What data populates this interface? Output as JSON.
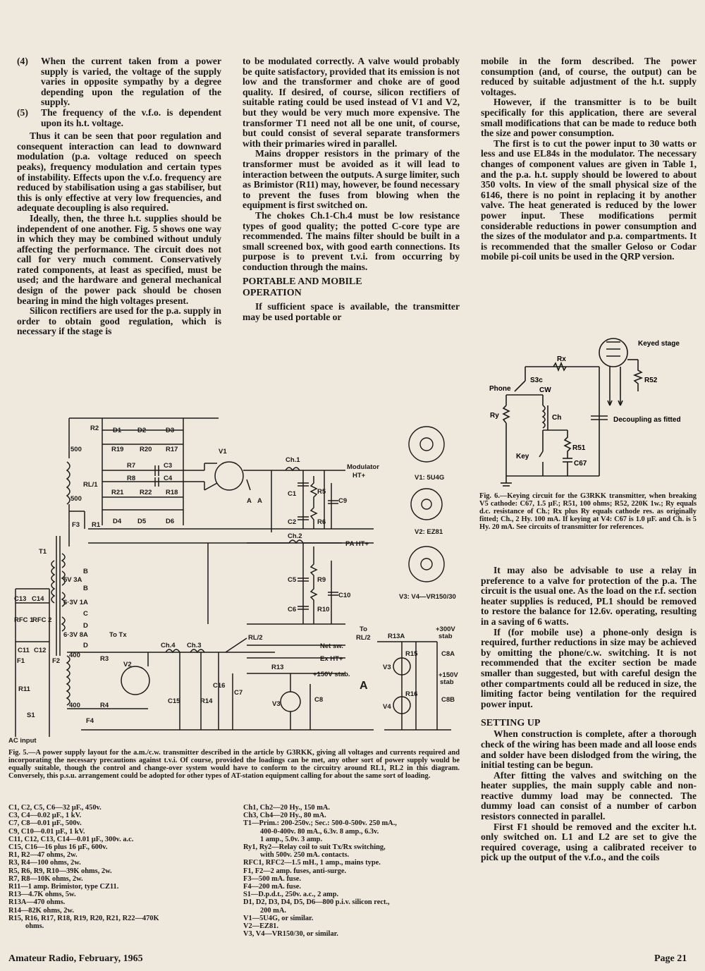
{
  "col1": {
    "items": [
      {
        "num": "(4)",
        "text": "When the current taken from a power supply is varied, the voltage of the supply varies in opposite sympathy by a degree depending upon the regulation of the supply."
      },
      {
        "num": "(5)",
        "text": "The frequency of the v.f.o. is dependent upon its h.t. voltage."
      }
    ],
    "paragraphs": [
      "Thus it can be seen that poor regulation and consequent interaction can lead to downward modulation (p.a. voltage reduced on speech peaks), frequency modulation and certain types of instability. Effects upon the v.f.o. frequency are reduced by stabilisation using a gas stabiliser, but this is only effective at very low frequencies, and adequate decoupling is also required.",
      "Ideally, then, the three h.t. supplies should be independent of one another. Fig. 5 shows one way in which they may be combined without unduly affecting the performance. The circuit does not call for very much comment. Conservatively rated components, at least as specified, must be used; and the hardware and general mechanical design of the power pack should be chosen bearing in mind the high voltages present.",
      "Silicon rectifiers are used for the p.a. supply in order to obtain good regulation, which is necessary if the stage is"
    ]
  },
  "col2": {
    "paragraphs": [
      "to be modulated correctly. A valve would probably be quite satisfactory, provided that its emission is not low and the transformer and choke are of good quality. If desired, of course, silicon rectifiers of suitable rating could be used instead of V1 and V2, but they would be very much more expensive. The transformer T1 need not all be one unit, of course, but could consist of several separate transformers with their primaries wired in parallel.",
      "Mains dropper resistors in the primary of the transformer must be avoided as it will lead to interaction between the outputs. A surge limiter, such as Brimistor (R11) may, however, be found necessary to prevent the fuses from blowing when the equipment is first switched on.",
      "The chokes Ch.1-Ch.4 must be low resistance types of good quality; the potted C-core type are recommended. The mains filter should be built in a small screened box, with good earth connections. Its purpose is to prevent t.v.i. from occurring by conduction through the mains."
    ],
    "heading": "PORTABLE AND MOBILE OPERATION",
    "after": "If sufficient space is available, the transmitter may be used portable or"
  },
  "col3": {
    "paragraphs": [
      "mobile in the form described. The power consumption (and, of course, the output) can be reduced by suitable adjustment of the h.t. supply voltages.",
      "However, if the transmitter is to be built specifically for this application, there are several small modifications that can be made to reduce both the size and power consumption.",
      "The first is to cut the power input to 30 watts or less and use EL84s in the modulator. The necessary changes of component values are given in Table 1, and the p.a. h.t. supply should be lowered to about 350 volts. In view of the small physical size of the 6146, there is no point in replacing it by another valve. The heat generated is reduced by the lower power input. These modifications permit considerable reductions in power consumption and the sizes of the modulator and p.a. compartments. It is recommended that the smaller Geloso or Codar mobile pi-coil units be used in the QRP version."
    ],
    "paragraphs2": [
      "It may also be advisable to use a relay in preference to a valve for protection of the p.a. The circuit is the usual one. As the load on the r.f. section heater supplies is reduced, PL1 should be removed to restore the balance for 12.6v. operating, resulting in a saving of 6 watts.",
      "If (for mobile use) a phone-only design is required, further reductions in size may be achieved by omitting the phone/c.w. switching. It is not recommended that the exciter section be made smaller than suggested, but with careful design the other compartments could all be reduced in size, the limiting factor being ventilation for the required power input."
    ],
    "heading": "SETTING UP",
    "paragraphs3": [
      "When construction is complete, after a thorough check of the wiring has been made and all loose ends and solder have been dislodged from the wiring, the initial testing can be begun.",
      "After fitting the valves and switching on the heater supplies, the main supply cable and non-reactive dummy load may be connected. The dummy load can consist of a number of carbon resistors connected in parallel.",
      "First F1 should be removed and the exciter h.t. only switched on. L1 and L2 are set to give the required coverage, using a calibrated receiver to pick up the output of the v.f.o., and the coils"
    ]
  },
  "fig6": {
    "caption": "Fig. 6.—Keying circuit for the G3RKK transmitter, when breaking V5 cathode: C67, 1.5 µF.; R51, 100 ohms; R52, 220K 1w.; Ry equals d.c. resistance of Ch.; Rx plus Ry equals cathode res. as originally fitted; Ch., 2 Hy. 100 mA. If keying at V4: C67 is 1.0 µF. and Ch. is 5 Hy. 20 mA. See circuits of transmitter for references.",
    "labels": {
      "keyed": "Keyed stage",
      "rx": "Rx",
      "r52": "R52",
      "phone": "Phone",
      "s3c": "S3c",
      "cw": "CW",
      "ry": "Ry",
      "ch": "Ch",
      "decoupling": "Decoupling as fitted",
      "r51": "R51",
      "key": "Key",
      "c67": "C67"
    }
  },
  "fig5": {
    "caption": "Fig. 5.—A power supply layout for the a.m./c.w. transmitter described in the article by G3RKK, giving all voltages and currents required and incorporating the necessary precautions against t.v.i. Of course, provided the loadings can be met, any other sort of power supply would be equally suitable, though the control and change-over system would have to conform to the circuitry around RL1, RL2 in this diagram. Conversely, this p.s.u. arrangement could be adopted for other types of AT-station equipment calling for about the same sort of loading.",
    "labels": {
      "r2": "R2",
      "d1": "D1",
      "d2": "D2",
      "d3": "D3",
      "r19": "R19",
      "r20": "R20",
      "r17": "R17",
      "r7": "R7",
      "c3": "C3",
      "r8": "R8",
      "c4": "C4",
      "r21": "R21",
      "r22": "R22",
      "r18": "R18",
      "d4": "D4",
      "d5": "D5",
      "d6": "D6",
      "v1": "V1",
      "ch1": "Ch.1",
      "mod": "Modulator",
      "modht": "HT+",
      "r5": "R5",
      "c1": "C1",
      "c9": "C9",
      "c2": "C2",
      "r6": "R6",
      "ch2": "Ch.2",
      "paht": "PA HT+",
      "c5": "C5",
      "r9": "R9",
      "c10": "C10",
      "c6": "C6",
      "r10": "R10",
      "t1": "T1",
      "v500a": "500",
      "v500b": "500",
      "rl1": "RL/1",
      "f3": "F3",
      "r1": "R1",
      "a1": "A",
      "a2": "A",
      "w5v": "5V 3A",
      "b1": "B",
      "b2": "B",
      "w63a": "6·3V 1A",
      "c2b": "C",
      "w63b": "6·3V 8A",
      "totx": "To Tx",
      "d7": "D",
      "d8": "D",
      "c13": "C13",
      "c14": "C14",
      "rfc1": "RFC 1",
      "rfc2": "RFC 2",
      "c11": "C11",
      "c12": "C12",
      "f1": "F1",
      "f2": "F2",
      "r11": "R11",
      "s1": "S1",
      "acin": "AC input",
      "v400a": "400",
      "v400b": "400",
      "r3": "R3",
      "v2": "V2",
      "r4": "R4",
      "f4": "F4",
      "ch4": "Ch.4",
      "ch3": "Ch.3",
      "c15": "C15",
      "r14": "R14",
      "c16": "C16",
      "c7": "C7",
      "rl2": "RL/2",
      "netsw": "Net sw.",
      "exht": "Ex HT+",
      "r13": "R13",
      "s150": "+150V stab.",
      "v3": "V3",
      "c8": "C8",
      "to": "To",
      "rl2b": "RL/2",
      "r13a": "R13A",
      "s300": "+300V",
      "stab": "stab",
      "v3b": "V3",
      "r15": "R15",
      "c8a": "C8A",
      "s150b": "+150V",
      "stab2": "stab",
      "v4": "V4",
      "r16": "R16",
      "c8b": "C8B",
      "bigA": "A",
      "b1p": "V1: 5U4G",
      "b2p": "V2: EZ81",
      "b3p": "V3: V4—VR150/30"
    }
  },
  "parts_left": [
    "C1, C2, C5, C6—32 µF., 450v.",
    "C3, C4—0.02 µF., 1 kV.",
    "C7, C8—0.01 µF., 500v.",
    "C9, C10—0.01 µF., 1 kV.",
    "C11, C12, C13, C14—0.01 µF., 300v. a.c.",
    "C15, C16—16 plus 16 µF., 600v.",
    "R1, R2—47 ohms, 2w.",
    "R3, R4—100 ohms, 2w.",
    "R5, R6, R9, R10—39K ohms, 2w.",
    "R7, R8—10K ohms, 2w.",
    "R11—1 amp. Brimistor, type CZ11.",
    "R13—4.7K ohms, 5w.",
    "R13A—470 ohms.",
    "R14—82K ohms, 2w.",
    "R15, R16, R17, R18, R19, R20, R21, R22—470K",
    "ohms."
  ],
  "parts_right": [
    "Ch1, Ch2—20 Hy., 150 mA.",
    "Ch3, Ch4—20 Hy., 80 mA.",
    "T1—Prim.: 200-250v.; Sec.: 500-0-500v. 250 mA.,",
    "400-0-400v. 80 mA., 6.3v. 8 amp., 6.3v.",
    "1 amp., 5.0v. 3 amp.",
    "Ry1, Ry2—Relay coil to suit Tx/Rx switching,",
    "with 500v. 250 mA. contacts.",
    "RFC1, RFC2—1.5 mH., 1 amp., mains type.",
    "F1, F2—2 amp. fuses, anti-surge.",
    "F3—500 mA. fuse.",
    "F4—200 mA. fuse.",
    "S1—D.p.d.t., 250v. a.c., 2 amp.",
    "D1, D2, D3, D4, D5, D6—800 p.i.v. silicon rect.,",
    "200 mA.",
    "V1—5U4G, or similar.",
    "V2—EZ81.",
    "V3, V4—VR150/30, or similar."
  ],
  "footer": {
    "left": "Amateur Radio, February, 1965",
    "right": "Page 21"
  }
}
